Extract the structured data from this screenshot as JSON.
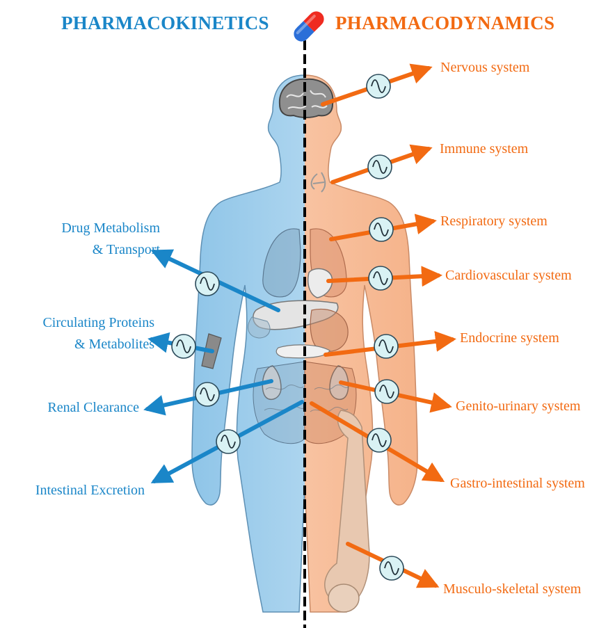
{
  "headers": {
    "left": "PHARMACOKINETICS",
    "right": "PHARMACODYNAMICS"
  },
  "pharmacokinetics": [
    {
      "line1": "Drug Metabolism",
      "line2": "& Transport"
    },
    {
      "line1": "Circulating Proteins",
      "line2": "& Metabolites"
    },
    {
      "line1": "Renal Clearance"
    },
    {
      "line1": "Intestinal Excretion"
    }
  ],
  "pharmacodynamics": [
    "Nervous system",
    "Immune system",
    "Respiratory system",
    "Cardiovascular system",
    "Endocrine system",
    "Genito-urinary system",
    "Gastro-intestinal system",
    "Musculo-skeletal system"
  ],
  "colors": {
    "pk_blue": "#1a86c8",
    "pd_orange": "#f26a12",
    "body_blue": "#a9d3ee",
    "body_peach": "#f9c7a8",
    "signal_circle": "#d9f2f4"
  },
  "icons": {
    "capsule": "capsule-icon",
    "signal": "sine-wave-icon"
  }
}
